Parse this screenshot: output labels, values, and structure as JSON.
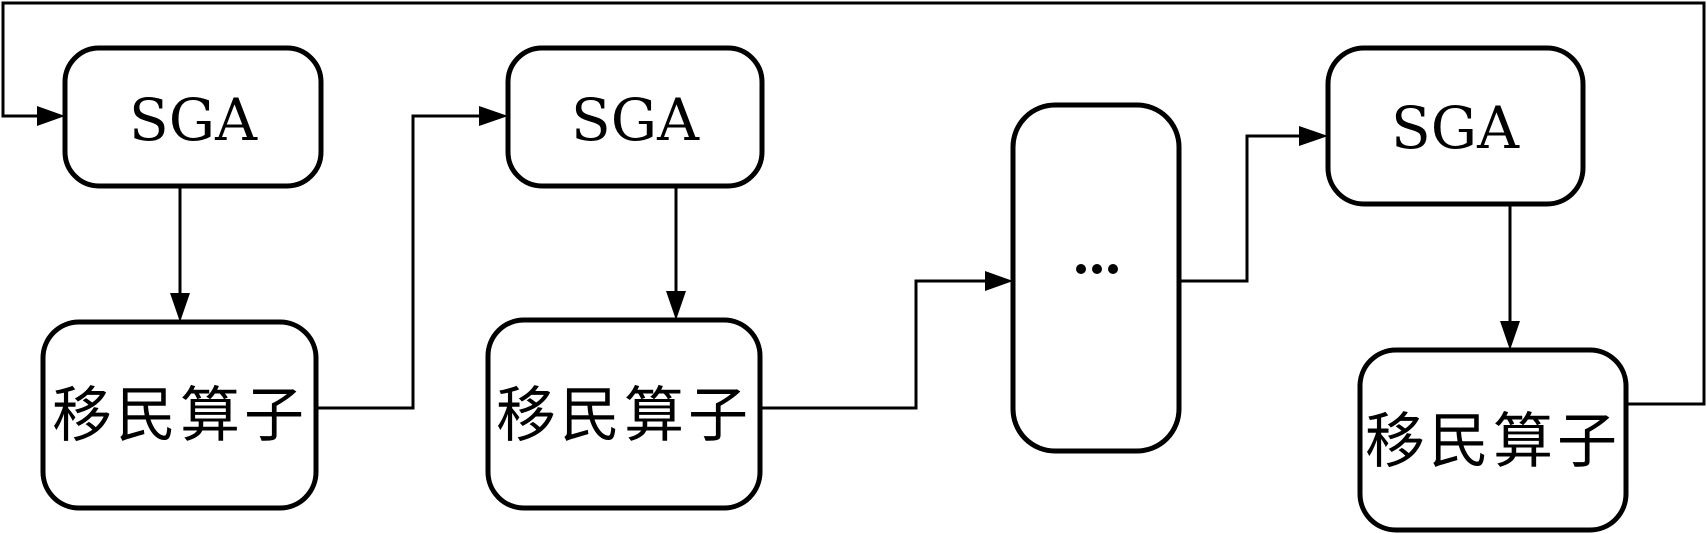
{
  "diagram": {
    "columns": [
      {
        "top_label": "SGA",
        "bottom_label": "移民算子"
      },
      {
        "top_label": "SGA",
        "bottom_label": "移民算子"
      },
      {
        "top_label": "SGA",
        "bottom_label": "移民算子"
      }
    ],
    "ellipsis_label": "…",
    "colors": {
      "stroke": "#000000",
      "background": "#ffffff"
    }
  }
}
